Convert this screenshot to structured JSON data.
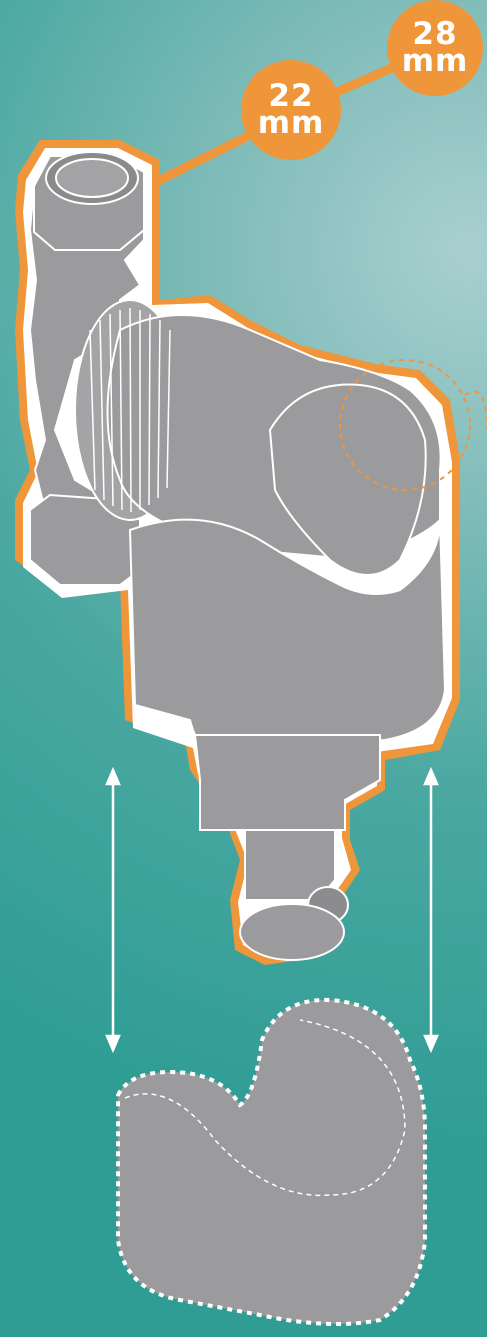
{
  "badges": {
    "small": {
      "value": "22",
      "unit": "mm"
    },
    "large": {
      "value": "28",
      "unit": "mm"
    }
  },
  "colors": {
    "accent": "#f0963a",
    "device_gray": "#9b9b9d",
    "outline": "#ffffff",
    "background_light": "#a9cfd0",
    "background_dark": "#2f9d94"
  }
}
